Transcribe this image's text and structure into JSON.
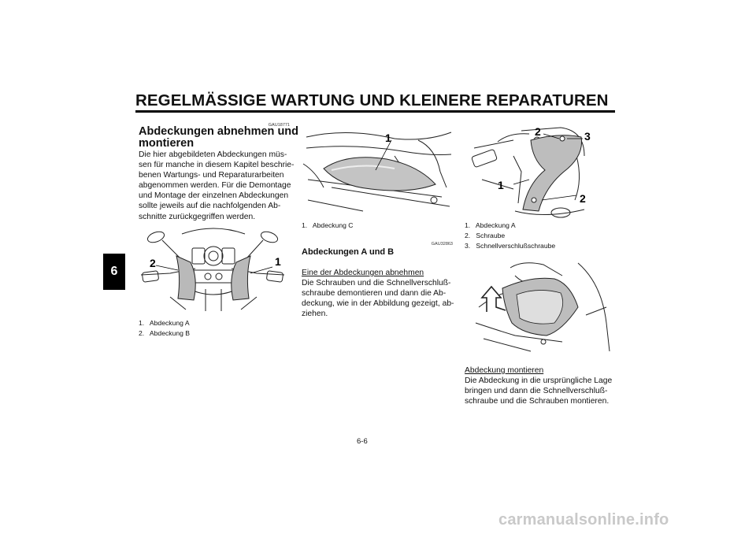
{
  "header": {
    "title": "REGELMÄSSIGE WARTUNG UND KLEINERE REPARATUREN"
  },
  "chapter_tab": "6",
  "section1": {
    "code": "GAU18771",
    "heading_line1": "Abdeckungen abnehmen und",
    "heading_line2": "montieren",
    "body": [
      "Die hier abgebildeten Abdeckungen müs-",
      "sen für manche in diesem Kapitel beschrie-",
      "benen Wartungs- und Reparaturarbeiten",
      "abgenommen werden. Für die Demontage",
      "und Montage der einzelnen Abdeckungen",
      "sollte jeweils auf die nachfolgenden Ab-",
      "schnitte zurückgegriffen werden."
    ],
    "figure_labels": [
      "2",
      "1"
    ],
    "captions": [
      {
        "num": "1.",
        "text": "Abdeckung A"
      },
      {
        "num": "2.",
        "text": "Abdeckung B"
      }
    ]
  },
  "section2": {
    "figure_labels": [
      "1"
    ],
    "captions": [
      {
        "num": "1.",
        "text": "Abdeckung C"
      }
    ],
    "code": "GAU32863",
    "heading": "Abdeckungen A und B",
    "remove_heading": "Eine der Abdeckungen abnehmen",
    "remove_body": [
      "Die Schrauben und die Schnellverschluß-",
      "schraube demontieren und dann die Ab-",
      "deckung, wie in der Abbildung gezeigt, ab-",
      "ziehen."
    ]
  },
  "section3": {
    "figure_labels": [
      "2",
      "3",
      "1",
      "2"
    ],
    "captions": [
      {
        "num": "1.",
        "text": "Abdeckung A"
      },
      {
        "num": "2.",
        "text": "Schraube"
      },
      {
        "num": "3.",
        "text": "Schnellverschlußschraube"
      }
    ],
    "install_heading": "Abdeckung montieren",
    "install_body": [
      "Die Abdeckung in die ursprüngliche Lage",
      "bringen und dann die Schnellverschluß-",
      "schraube und die Schrauben montieren."
    ]
  },
  "footer": {
    "page": "6-6"
  },
  "watermark": "carmanualsonline.info"
}
